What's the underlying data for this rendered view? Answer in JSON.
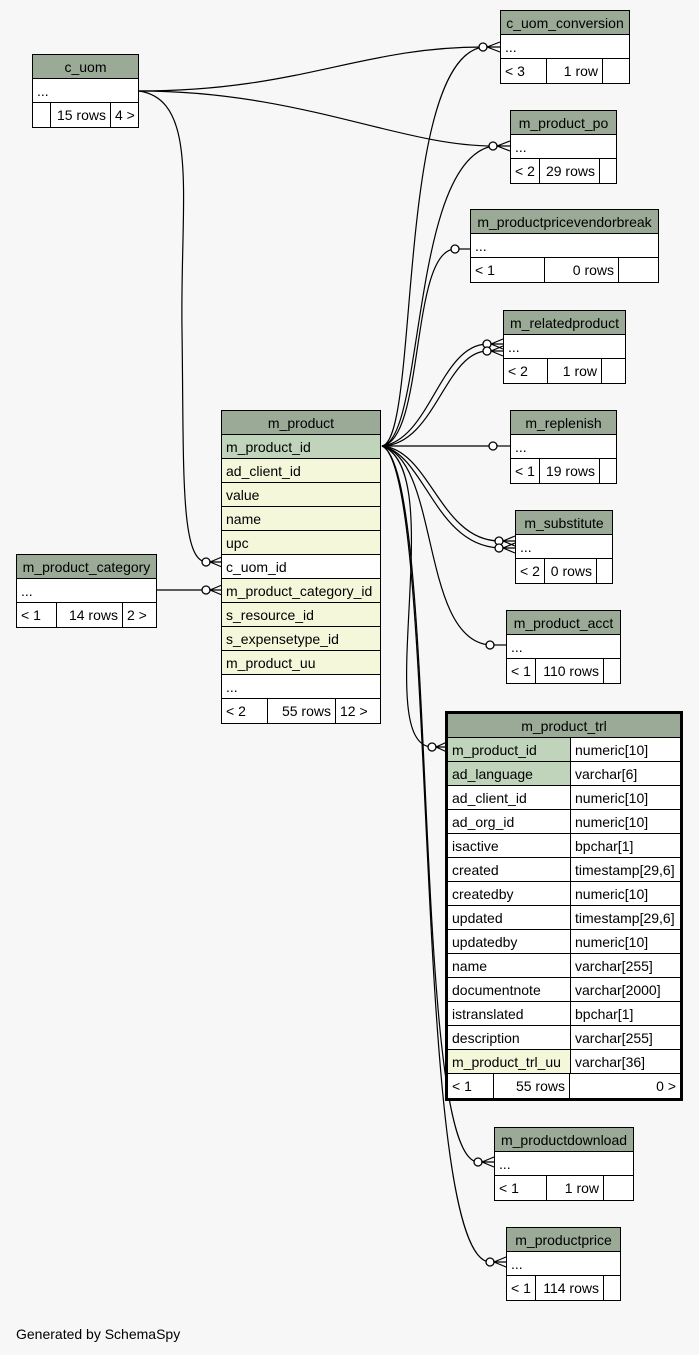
{
  "footer": "Generated by SchemaSpy",
  "tables": {
    "c_uom": {
      "name": "c_uom",
      "cols": [
        "..."
      ],
      "foot": [
        "",
        "15 rows",
        "4 >"
      ]
    },
    "m_product_category": {
      "name": "m_product_category",
      "cols": [
        "..."
      ],
      "foot": [
        "< 1",
        "14 rows",
        "2 >"
      ]
    },
    "c_uom_conversion": {
      "name": "c_uom_conversion",
      "cols": [
        "..."
      ],
      "foot": [
        "< 3",
        "1 row",
        ""
      ]
    },
    "m_product_po": {
      "name": "m_product_po",
      "cols": [
        "..."
      ],
      "foot": [
        "< 2",
        "29 rows",
        ""
      ]
    },
    "m_productpricevendorbreak": {
      "name": "m_productpricevendorbreak",
      "cols": [
        "..."
      ],
      "foot": [
        "< 1",
        "0 rows",
        ""
      ]
    },
    "m_relatedproduct": {
      "name": "m_relatedproduct",
      "cols": [
        "..."
      ],
      "foot": [
        "< 2",
        "1 row",
        ""
      ]
    },
    "m_replenish": {
      "name": "m_replenish",
      "cols": [
        "..."
      ],
      "foot": [
        "< 1",
        "19 rows",
        ""
      ]
    },
    "m_substitute": {
      "name": "m_substitute",
      "cols": [
        "..."
      ],
      "foot": [
        "< 2",
        "0 rows",
        ""
      ]
    },
    "m_product_acct": {
      "name": "m_product_acct",
      "cols": [
        "..."
      ],
      "foot": [
        "< 1",
        "110 rows",
        ""
      ]
    },
    "m_productdownload": {
      "name": "m_productdownload",
      "cols": [
        "..."
      ],
      "foot": [
        "< 1",
        "1 row",
        ""
      ]
    },
    "m_productprice": {
      "name": "m_productprice",
      "cols": [
        "..."
      ],
      "foot": [
        "< 1",
        "114 rows",
        ""
      ]
    },
    "m_product": {
      "name": "m_product",
      "cols": [
        "m_product_id",
        "ad_client_id",
        "value",
        "name",
        "upc",
        "c_uom_id",
        "m_product_category_id",
        "s_resource_id",
        "s_expensetype_id",
        "m_product_uu",
        "..."
      ],
      "foot": [
        "< 2",
        "55 rows",
        "12 >"
      ]
    },
    "m_product_trl": {
      "name": "m_product_trl",
      "cols": [
        [
          "m_product_id",
          "numeric[10]"
        ],
        [
          "ad_language",
          "varchar[6]"
        ],
        [
          "ad_client_id",
          "numeric[10]"
        ],
        [
          "ad_org_id",
          "numeric[10]"
        ],
        [
          "isactive",
          "bpchar[1]"
        ],
        [
          "created",
          "timestamp[29,6]"
        ],
        [
          "createdby",
          "numeric[10]"
        ],
        [
          "updated",
          "timestamp[29,6]"
        ],
        [
          "updatedby",
          "numeric[10]"
        ],
        [
          "name",
          "varchar[255]"
        ],
        [
          "documentnote",
          "varchar[2000]"
        ],
        [
          "istranslated",
          "bpchar[1]"
        ],
        [
          "description",
          "varchar[255]"
        ],
        [
          "m_product_trl_uu",
          "varchar[36]"
        ]
      ],
      "foot": [
        "< 1",
        "55 rows",
        "0 >"
      ]
    }
  }
}
